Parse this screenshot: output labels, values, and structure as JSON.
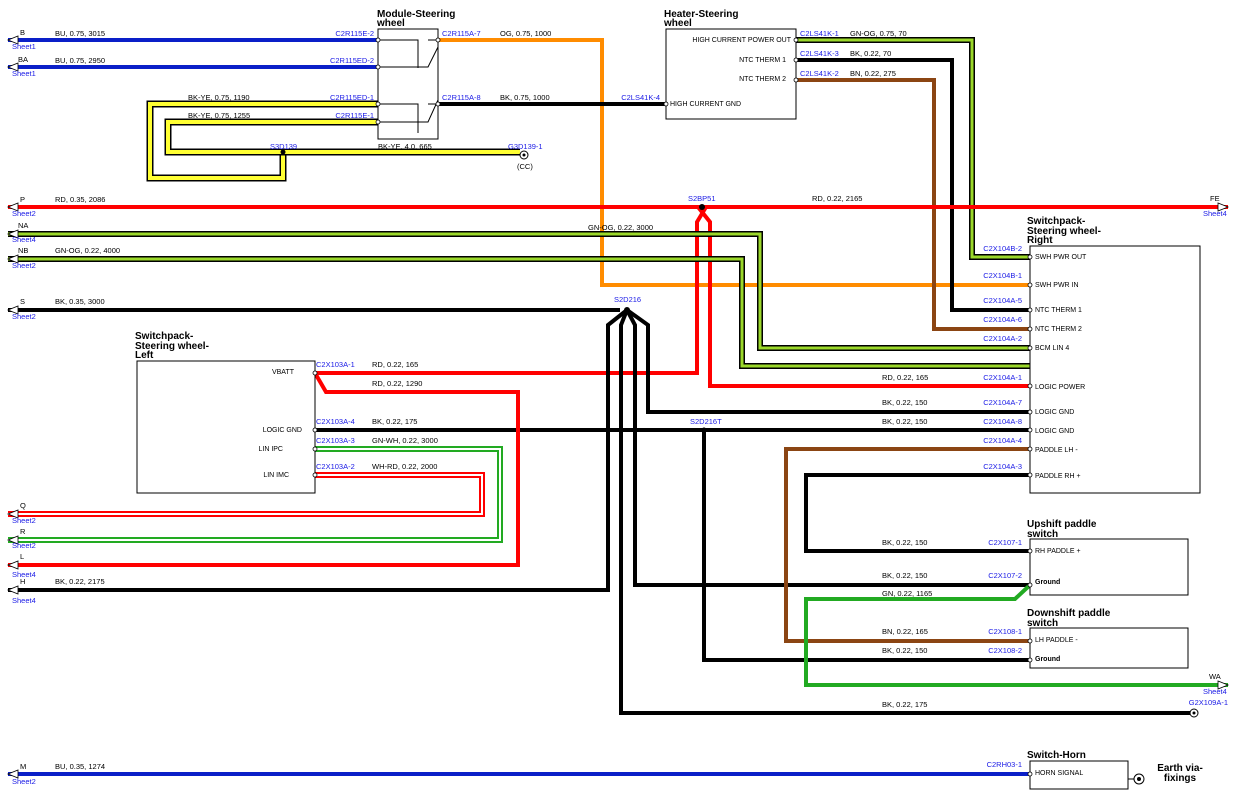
{
  "components": {
    "module": {
      "title1": "Module-Steering",
      "title2": "wheel"
    },
    "heater": {
      "title1": "Heater-Steering",
      "title2": "wheel",
      "pin_hc_out": "HIGH CURRENT POWER OUT",
      "pin_ntc1": "NTC THERM 1",
      "pin_ntc2": "NTC THERM 2",
      "pin_hc_gnd": "HIGH CURRENT GND"
    },
    "sw_right": {
      "title1": "Switchpack-",
      "title2": "Steering wheel-",
      "title3": "Right",
      "pins": [
        "SWH PWR OUT",
        "SWH PWR IN",
        "NTC THERM 1",
        "NTC THERM 2",
        "BCM LIN 4",
        "LOGIC POWER",
        "LOGIC GND",
        "LOGIC GND",
        "PADDLE LH -",
        "PADDLE RH +"
      ]
    },
    "sw_left": {
      "title1": "Switchpack-",
      "title2": "Steering wheel-",
      "title3": "Left",
      "pins": [
        "VBATT",
        "LOGIC GND",
        "LIN IPC",
        "LIN IMC"
      ]
    },
    "upshift": {
      "title1": "Upshift paddle",
      "title2": "switch",
      "pins": [
        "RH PADDLE +",
        "Ground"
      ]
    },
    "downshift": {
      "title1": "Downshift paddle",
      "title2": "switch",
      "pins": [
        "LH PADDLE -",
        "Ground"
      ]
    },
    "horn": {
      "title": "Switch-Horn",
      "pin": "HORN SIGNAL"
    },
    "earth": {
      "line1": "Earth via-",
      "line2": "fixings"
    }
  },
  "connectors": {
    "c2r115e2": "C2R115E-2",
    "c2r115ed2": "C2R115ED-2",
    "c2r115ed1": "C2R115ED-1",
    "c2r115e1": "C2R115E-1",
    "c2r115a7": "C2R115A-7",
    "c2r115a8": "C2R115A-8",
    "c2ls41k4": "C2LS41K-4",
    "c2ls41k1": "C2LS41K-1",
    "c2ls41k3": "C2LS41K-3",
    "c2ls41k2": "C2LS41K-2",
    "s3d139": "S3D139",
    "g3d1391": "G3D139-1",
    "cc": "(CC)",
    "s2bp51": "S2BP51",
    "s2d216": "S2D216",
    "s2d216t": "S2D216T",
    "c2x104b2": "C2X104B-2",
    "c2x104b1": "C2X104B-1",
    "c2x104a5": "C2X104A-5",
    "c2x104a6": "C2X104A-6",
    "c2x104a2": "C2X104A-2",
    "c2x104a1": "C2X104A-1",
    "c2x104a7": "C2X104A-7",
    "c2x104a8": "C2X104A-8",
    "c2x104a4": "C2X104A-4",
    "c2x104a3": "C2X104A-3",
    "c2x103a1": "C2X103A-1",
    "c2x103a4": "C2X103A-4",
    "c2x103a3": "C2X103A-3",
    "c2x103a2": "C2X103A-2",
    "c2x1071": "C2X107-1",
    "c2x1072": "C2X107-2",
    "c2x1081": "C2X108-1",
    "c2x1082": "C2X108-2",
    "g2x109a1": "G2X109A-1",
    "c2rh031": "C2RH03-1"
  },
  "wire_labels": {
    "w_b": "BU, 0.75, 3015",
    "w_ba": "BU, 0.75, 2950",
    "w_bkye1": "BK-YE, 0.75, 1190",
    "w_bkye2": "BK-YE, 0.75, 1255",
    "w_bkye3": "BK-YE, 4.0, 665",
    "w_og1": "OG, 0.75, 1000",
    "w_bk1": "BK, 0.75, 1000",
    "w_gnog1": "GN-OG, 0.75, 70",
    "w_bk2": "BK, 0.22, 70",
    "w_bn1": "BN, 0.22, 275",
    "w_p": "RD, 0.35, 2086",
    "w_fe": "RD, 0.22, 2165",
    "w_na": "GN-OG, 0.22, 3000",
    "w_nb": "GN-OG, 0.22, 4000",
    "w_s": "BK, 0.35, 3000",
    "w_vbatt": "RD, 0.22, 165",
    "w_rd1290": "RD, 0.22, 1290",
    "w_lg1": "BK, 0.22, 175",
    "w_lipc": "GN-WH, 0.22, 3000",
    "w_limc": "WH-RD, 0.22, 2000",
    "w_h": "BK, 0.22, 2175",
    "w_rd165": "RD, 0.22, 165",
    "w_bk150a": "BK, 0.22, 150",
    "w_bk150b": "BK, 0.22, 150",
    "w_up1": "BK, 0.22, 150",
    "w_up2": "BK, 0.22, 150",
    "w_gn1165": "GN, 0.22, 1165",
    "w_bn165": "BN, 0.22, 165",
    "w_dn2": "BK, 0.22, 150",
    "w_wa": "BK, 0.22, 175",
    "w_m": "BU, 0.35, 1274"
  },
  "offpage": [
    {
      "id": "B",
      "sheet": "Sheet1"
    },
    {
      "id": "BA",
      "sheet": "Sheet1"
    },
    {
      "id": "P",
      "sheet": "Sheet2"
    },
    {
      "id": "NA",
      "sheet": "Sheet4"
    },
    {
      "id": "NB",
      "sheet": "Sheet2"
    },
    {
      "id": "S",
      "sheet": "Sheet2"
    },
    {
      "id": "Q",
      "sheet": "Sheet2"
    },
    {
      "id": "R",
      "sheet": "Sheet2"
    },
    {
      "id": "L",
      "sheet": "Sheet4"
    },
    {
      "id": "H",
      "sheet": "Sheet4"
    },
    {
      "id": "M",
      "sheet": "Sheet2"
    },
    {
      "id": "FE",
      "sheet": "Sheet4"
    },
    {
      "id": "WA",
      "sheet": "Sheet4"
    }
  ],
  "colors": {
    "BU": "#0a1fc8",
    "RD": "#ff0000",
    "BK": "#000000",
    "OG": "#ff8c00",
    "BN": "#8b4513",
    "GN": "#22aa22",
    "YE": "#ffff33",
    "WH": "#ffffff"
  }
}
